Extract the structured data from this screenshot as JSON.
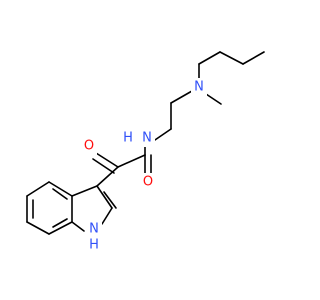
{
  "molecule": {
    "atoms": [
      {
        "id": "O_ketone",
        "symbol": "O",
        "label": "O",
        "color": "#ff0d0d"
      },
      {
        "id": "O_amide",
        "symbol": "O",
        "label": "O",
        "color": "#ff0d0d"
      },
      {
        "id": "N_amide",
        "symbol": "N",
        "label": "N",
        "h_label": "H",
        "color": "#3050f8"
      },
      {
        "id": "N_amine",
        "symbol": "N",
        "label": "N",
        "color": "#3050f8"
      },
      {
        "id": "N_indole",
        "symbol": "N",
        "label": "N",
        "h_label": "H",
        "color": "#3050f8"
      }
    ],
    "bond_color": "#000000"
  }
}
